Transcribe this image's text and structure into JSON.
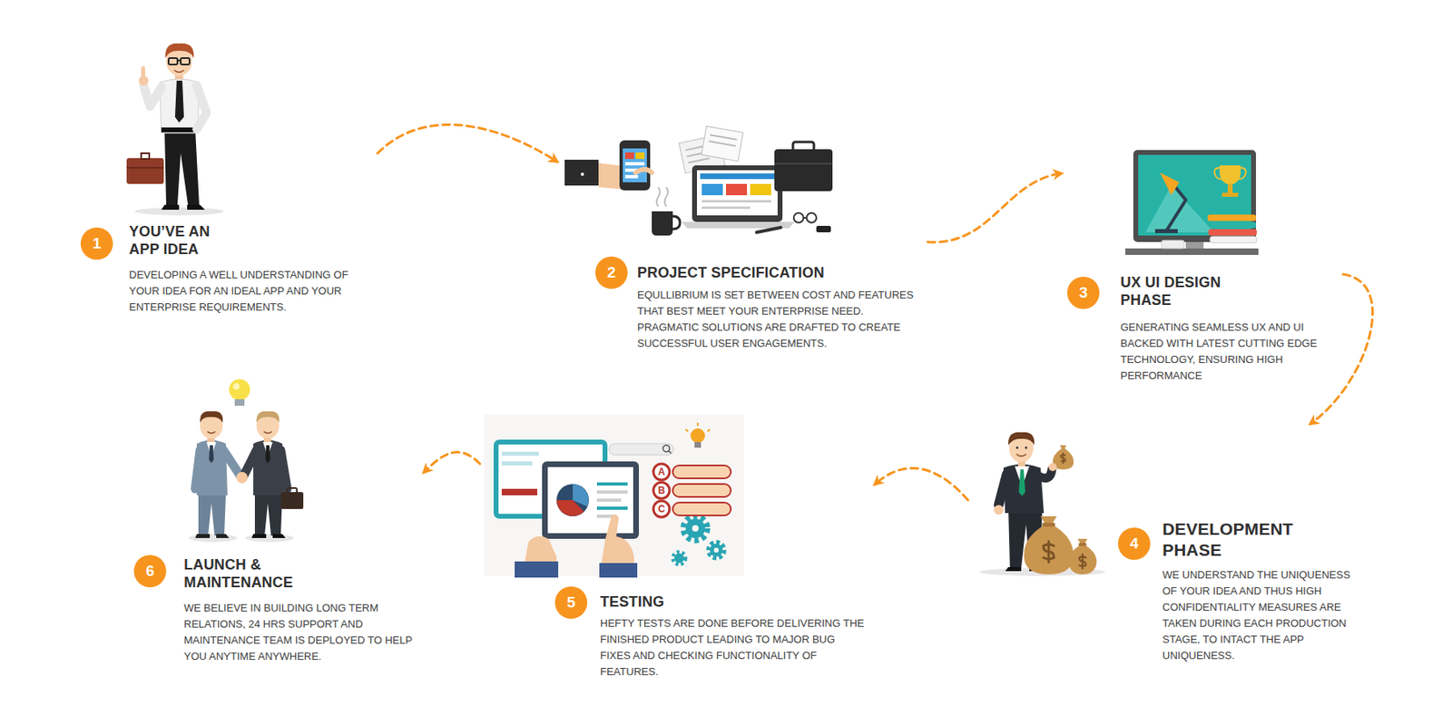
{
  "diagram": {
    "nodes": [
      {
        "text": [
          "YOU’VE AN APP IDEA",
          "DEVELOPING A WELL UNDERSTANDING OF YOUR IDEA FOR AN IDEAL APP AND YOUR ENTERPRISE REQUIREMENTS."
        ]
      },
      {
        "text": [
          "1"
        ],
        "in": 0
      },
      {
        "text": [
          "PROJECT SPECIFICATION",
          "EQULLIBRIUM IS SET BETWEEN COST AND FEATURES THAT BEST MEET YOUR ENTERPRISE NEED. PRAGMATIC SOLUTIONS ARE DRAFTED TO CREATE SUCCESSFUL USER ENGAGEMENTS."
        ]
      },
      {
        "text": [
          "2"
        ],
        "in": 2
      },
      {
        "text": [
          "UX UI DESIGN PHASE",
          "GENERATING SEAMLESS UX AND UI BACKED WITH LATEST CUTTING EDGE TECHNOLOGY, ENSURING HIGH PERFORMANCE"
        ]
      },
      {
        "text": [
          "3"
        ],
        "in": 4
      },
      {
        "text": [
          "DEVELOPMENT PHASE",
          "WE UNDERSTAND THE UNIQUENESS OF YOUR IDEA AND THUS HIGH CONFIDENTIALITY MEASURES ARE TAKEN DURING EACH PRODUCTION STAGE, TO INTACT THE APP UNIQUENESS."
        ]
      },
      {
        "text": [
          "4"
        ],
        "in": 6
      },
      {
        "text": [
          "TESTING",
          "HEFTY TESTS ARE DONE BEFORE DELIVERING THE FINISHED PRODUCT LEADING TO MAJOR BUG FIXES AND CHECKING FUNCTIONALITY OF FEATURES."
        ]
      },
      {
        "text": [
          "5"
        ],
        "in": 8
      },
      {
        "text": [
          "LAUNCH & MAINTENANCE",
          "WE BELIEVE IN BUILDING LONG TERM RELATIONS, 24 HRS SUPPORT AND MAINTENANCE TEAM IS DEPLOYED TO HELP YOU ANYTIME ANYWHERE."
        ]
      },
      {
        "text": [
          "6"
        ],
        "in": 10
      }
    ],
    "edges": [
      {
        "from": 0,
        "to": 2,
        "arrow": "to"
      },
      {
        "from": 2,
        "to": 4,
        "arrow": "to"
      },
      {
        "from": 4,
        "to": 6,
        "arrow": "to"
      },
      {
        "from": 6,
        "to": 8,
        "arrow": "to"
      },
      {
        "from": 8,
        "to": 10,
        "arrow": "to"
      }
    ],
    "labels": [
      "A",
      "B",
      "C"
    ]
  }
}
